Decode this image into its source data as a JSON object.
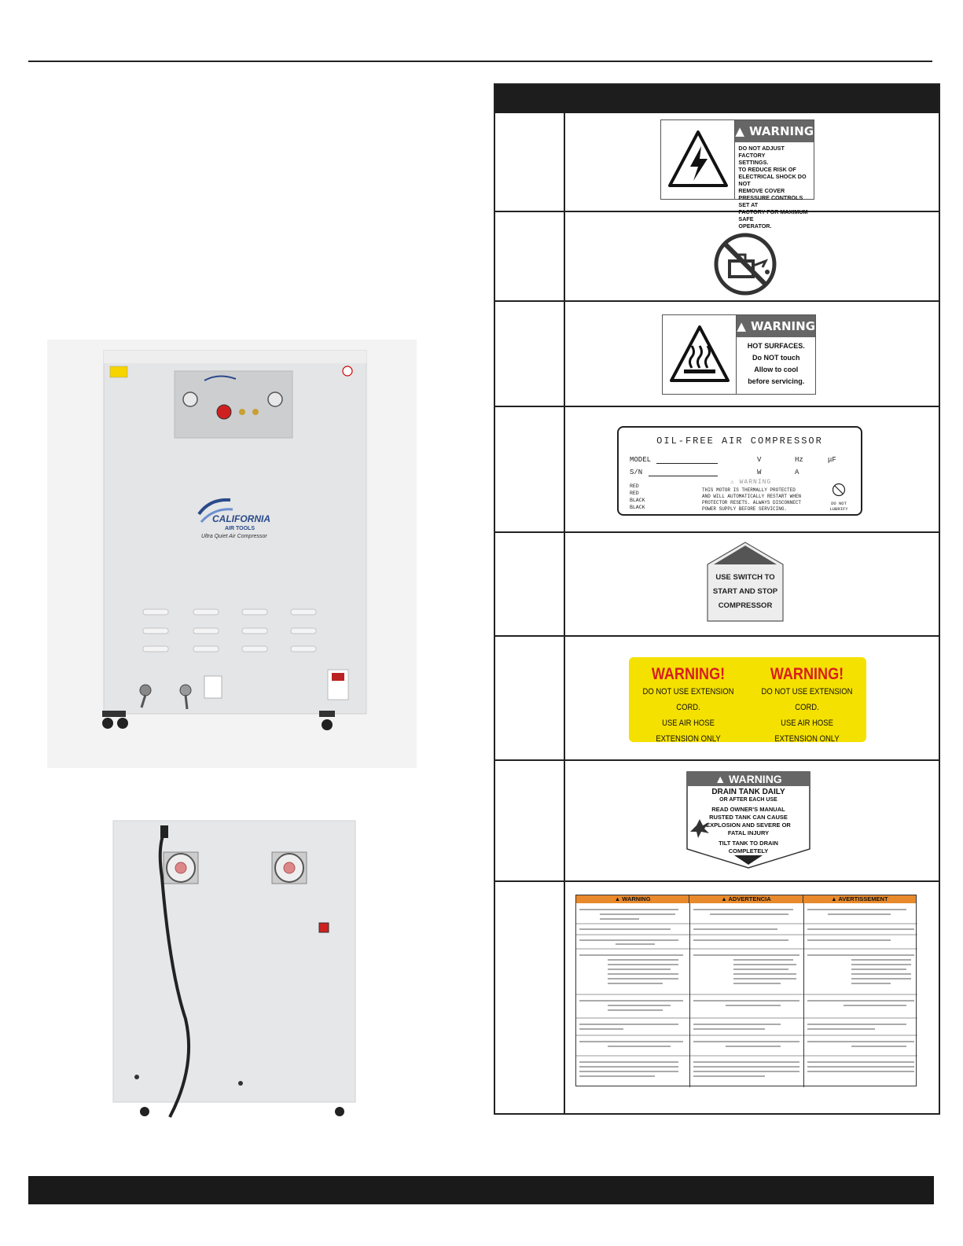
{
  "decals": {
    "pressure_warning": {
      "heading": "WARNING",
      "lines": [
        "DO NOT ADJUST FACTORY",
        "SETTINGS.",
        "TO REDUCE RISK OF",
        "ELECTRICAL SHOCK DO NOT",
        "REMOVE COVER",
        "PRESSURE CONTROLS SET AT",
        "FACTORY FOR MAXIMUM SAFE",
        "OPERATOR."
      ]
    },
    "hot_surface": {
      "heading": "WARNING",
      "lines": [
        "HOT SURFACES.",
        "Do NOT touch",
        "Allow to cool",
        "before servicing."
      ]
    },
    "rating_plate": {
      "title": "OIL-FREE AIR COMPRESSOR",
      "model_label": "MODEL",
      "sn_label": "S/N",
      "v_label": "V",
      "hz_label": "Hz",
      "uf_label": "μF",
      "w_label": "W",
      "a_label": "A",
      "wires": [
        "RED",
        "RED",
        "BLACK",
        "BLACK"
      ],
      "warning_word": "WARNING",
      "motor_lines": [
        "THIS MOTOR IS THERMALLY PROTECTED",
        "AND WILL AUTOMATICALLY RESTART WHEN",
        "PROTECTOR RESETS. ALWAYS DISCONNECT",
        "POWER SUPPLY BEFORE SERVICING."
      ],
      "do_not_lubricate": [
        "DO NOT",
        "LUBRIFY"
      ]
    },
    "switch": {
      "lines": [
        "USE SWITCH TO",
        "START AND STOP",
        "COMPRESSOR"
      ]
    },
    "extension": {
      "heading": "WARNING!",
      "lines": [
        "DO NOT USE EXTENSION CORD.",
        "USE AIR HOSE",
        "EXTENSION ONLY"
      ]
    },
    "drain": {
      "heading": "WARNING",
      "lines": [
        "DRAIN TANK DAILY",
        "OR AFTER EACH USE",
        "READ OWNER'S MANUAL",
        "RUSTED TANK CAN CAUSE",
        "EXPLOSION AND SEVERE OR",
        "FATAL INJURY",
        "TILT TANK TO DRAIN",
        "COMPLETELY"
      ]
    },
    "trilingual": {
      "headings": [
        "WARNING",
        "ADVERTENCIA",
        "AVERTISSEMENT"
      ]
    }
  },
  "front_photo": {
    "brand": "CALIFORNIA",
    "brand_sub": "AIR TOOLS",
    "tagline": "Ultra Quiet Air Compressor"
  },
  "colors": {
    "header_dark": "#1d1d1d",
    "cabinet": "#e4e5e6",
    "brand_blue": "#2a4a8a",
    "orange": "#e8892b",
    "yellow": "#f5e100",
    "red": "#d81e1e"
  }
}
